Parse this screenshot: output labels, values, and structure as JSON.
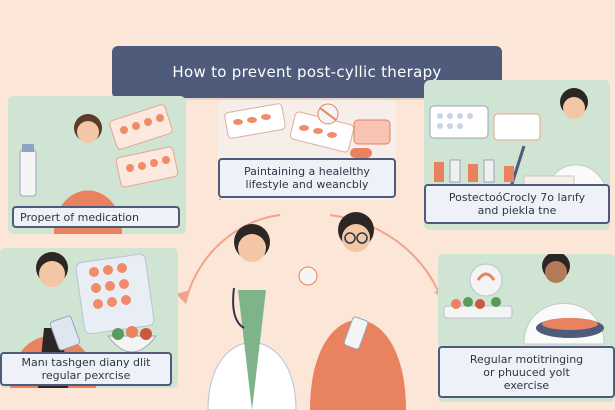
{
  "title": "How to prevent post-cyllic therapy",
  "panels": {
    "top_left": {
      "caption": "Propert of medication"
    },
    "top_middle": {
      "caption_line1": "Paintaining a healelthy",
      "caption_line2": "lifestyle and weancbly"
    },
    "top_right": {
      "caption_line1": "PostectoóCrocly 7o larıfy",
      "caption_line2": "and piekla tne"
    },
    "bottom_left": {
      "caption_line1": "Manı tashgen diany dlit",
      "caption_line2": "regular pexrcise"
    },
    "bottom_right": {
      "caption_line1": "Regular motitringing",
      "caption_line2": "or phuuced yolt",
      "caption_line3": "exercise"
    }
  },
  "colors": {
    "background": "#fbe6d8",
    "title_bar": "#4e5b7a",
    "panel_green": "#cfe4d2",
    "caption_bg": "#eef1f7",
    "accent_orange": "#e9825f"
  }
}
